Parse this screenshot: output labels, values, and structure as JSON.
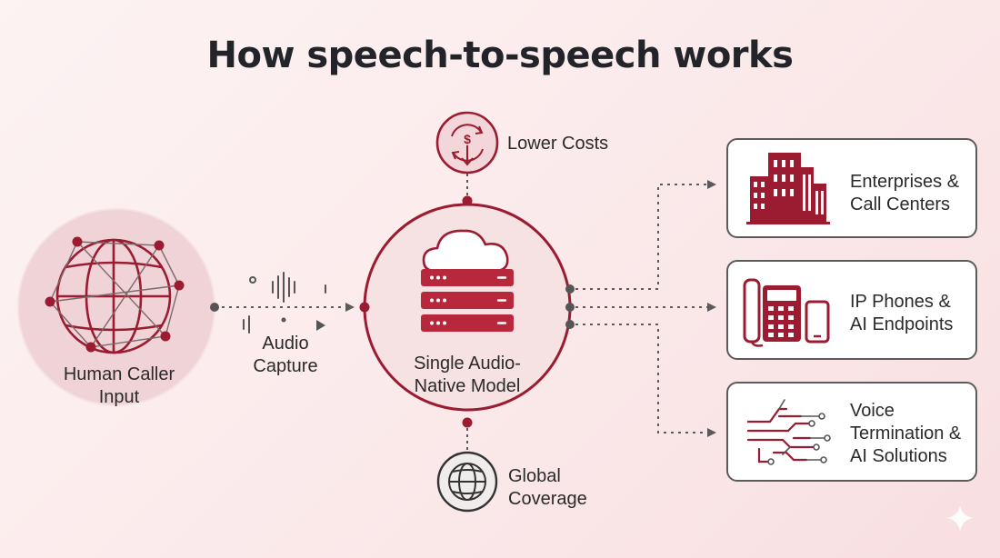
{
  "title": "How speech-to-speech works",
  "input": {
    "label_line1": "Human Caller",
    "label_line2": "Input"
  },
  "capture": {
    "label_line1": "Audio",
    "label_line2": "Capture"
  },
  "model": {
    "label_line1": "Single Audio-",
    "label_line2": "Native Model"
  },
  "top_benefit": {
    "label": "Lower Costs",
    "icon": "dollar-cycle-icon"
  },
  "bottom_benefit": {
    "label_line1": "Global",
    "label_line2": "Coverage",
    "icon": "globe-icon"
  },
  "outputs": [
    {
      "line1": "Enterprises &",
      "line2": "Call Centers",
      "icon": "buildings-icon"
    },
    {
      "line1": "IP Phones &",
      "line2": "AI Endpoints",
      "icon": "phone-icon"
    },
    {
      "line1": "Voice",
      "line2": "Termination &",
      "line3": "AI Solutions",
      "icon": "circuit-icon"
    }
  ],
  "colors": {
    "accent": "#9b1b30",
    "line": "#5a5a5a",
    "soft_fill": "#f2d7da"
  }
}
